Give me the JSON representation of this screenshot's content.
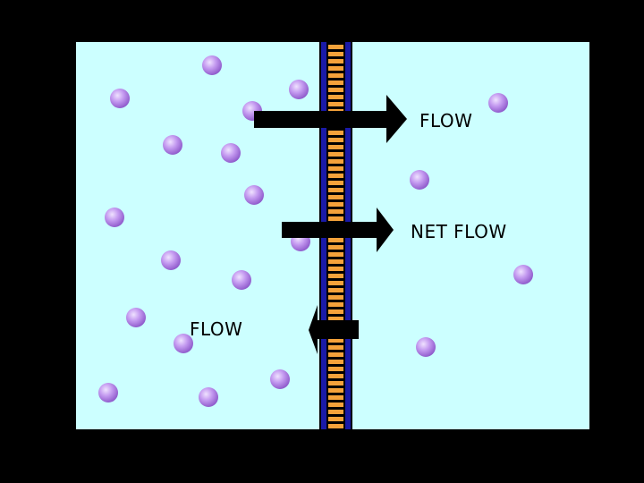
{
  "labels": {
    "flow_top": "FLOW",
    "net_flow": "NET FLOW",
    "flow_back": "FLOW"
  },
  "colors": {
    "background": "#000000",
    "solution": "#ccffff",
    "membrane_edge": "#1a1aa8",
    "membrane_pore": "#f5a23a",
    "particle": "#b98be8",
    "arrow": "#000000"
  },
  "icons": {
    "particle": "solute-particle-icon",
    "arrow": "flow-arrow-icon"
  }
}
